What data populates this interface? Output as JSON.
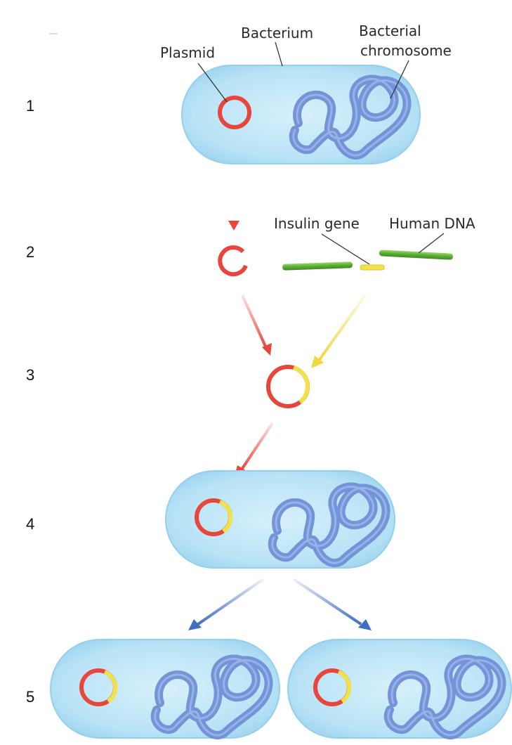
{
  "labels": {
    "plasmid": "Plasmid",
    "bacterium": "Bacterium",
    "chromosome_line1": "Bacterial",
    "chromosome_line2": "chromosome",
    "insulin_gene": "Insulin gene",
    "human_dna": "Human DNA"
  },
  "steps": [
    "1",
    "2",
    "3",
    "4",
    "5"
  ],
  "colors": {
    "cell_fill": "#bfe6f7",
    "cell_edge": "#8fcfee",
    "plasmid": "#e8453c",
    "insert": "#f2e24a",
    "chromosome": "#6f8fd6",
    "human_dna": "#6abf3f",
    "arrow_red": "#e8453c",
    "arrow_yellow": "#f2d83a",
    "arrow_blue": "#3f6fc0"
  }
}
